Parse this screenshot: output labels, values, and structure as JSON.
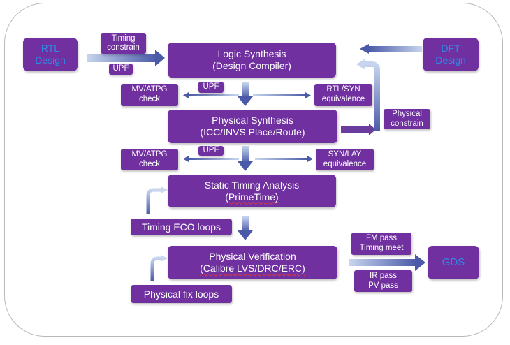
{
  "nodes": {
    "rtl": [
      "RTL",
      "Design"
    ],
    "dft": [
      "DFT",
      "Design"
    ],
    "logic_synthesis": [
      "Logic Synthesis",
      "(Design Compiler)"
    ],
    "physical_synthesis": [
      "Physical Synthesis",
      "(ICC/INVS Place/Route)"
    ],
    "sta": [
      "Static Timing Analysis",
      "(PrimeTime)"
    ],
    "physical_verification": [
      "Physical Verification",
      "(Calibre LVS/DRC/ERC)"
    ],
    "gds": "GDS"
  },
  "labels": {
    "timing_constrain": [
      "Timing",
      "constrain"
    ],
    "upf_top": "UPF",
    "upf_1": "UPF",
    "upf_2": "UPF",
    "mv_atpg_1": [
      "MV/ATPG",
      "check"
    ],
    "rtl_syn_equiv": [
      "RTL/SYN",
      "equivalence"
    ],
    "physical_constrain": [
      "Physical",
      "constrain"
    ],
    "mv_atpg_2": [
      "MV/ATPG",
      "check"
    ],
    "syn_lay_equiv": [
      "SYN/LAY",
      "equivalence"
    ],
    "timing_eco_loops": "Timing ECO loops",
    "physical_fix_loops": "Physical fix loops",
    "fm_pass": [
      "FM pass",
      "Timing meet"
    ],
    "ir_pass": [
      "IR pass",
      "PV pass"
    ]
  },
  "colors": {
    "box_fill": "#7030a0",
    "side_text": "#2e8ae6",
    "arrow_dark": "#4a5aa8",
    "arrow_light": "#c7d5ee"
  }
}
